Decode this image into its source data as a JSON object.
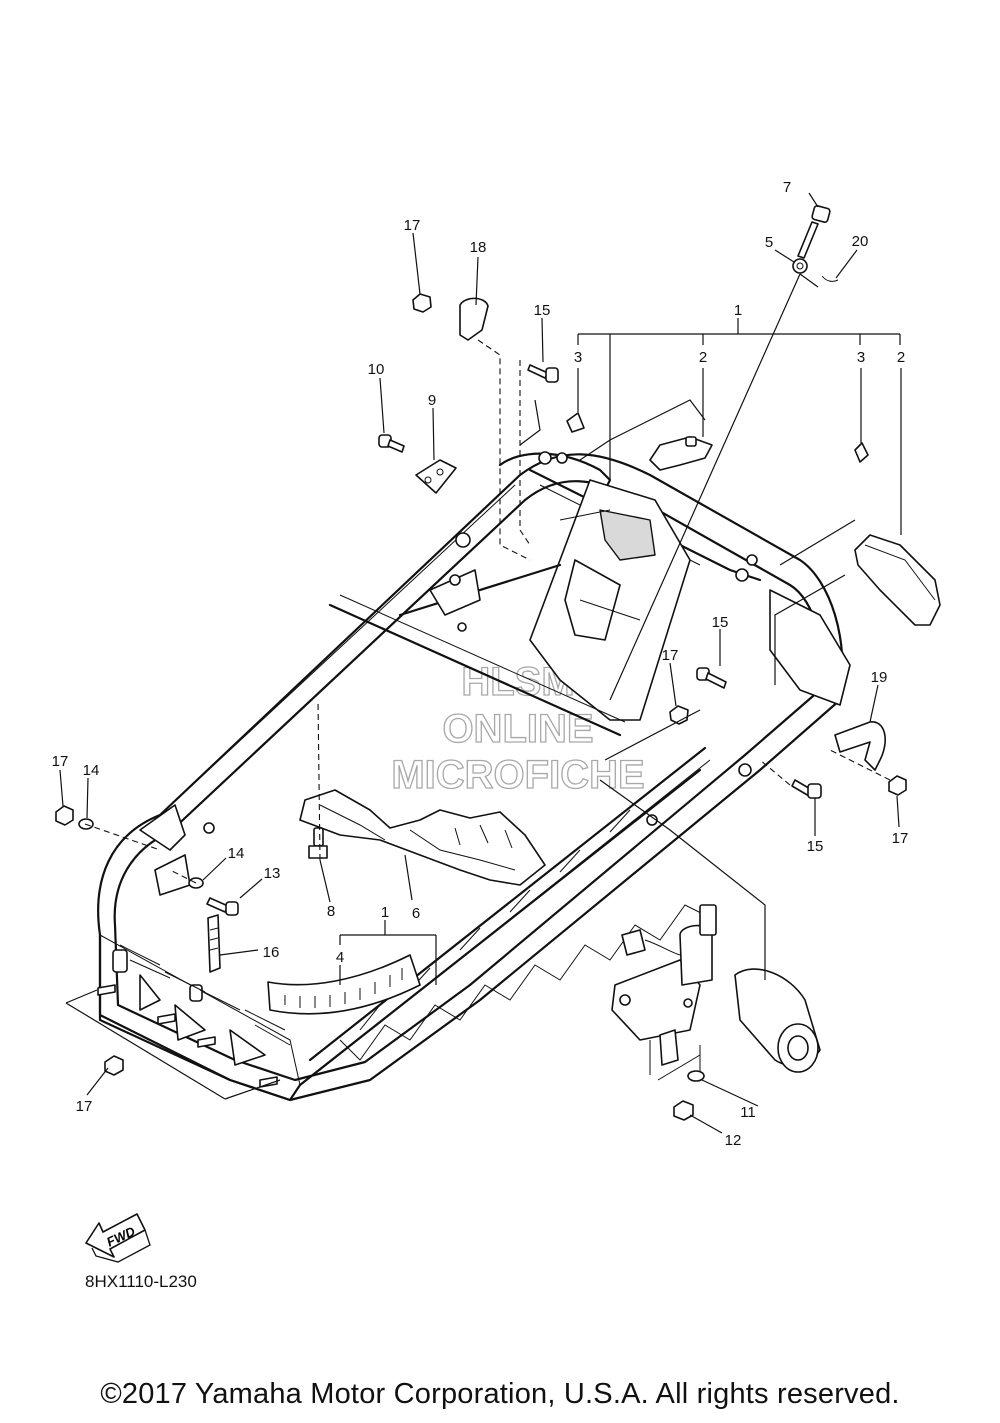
{
  "diagram": {
    "code": "8HX1110-L230",
    "copyright": "©2017 Yamaha Motor Corporation, U.S.A. All rights reserved.",
    "direction_badge": "FWD",
    "watermark": [
      "HLSM",
      "ONLINE",
      "MICROFICHE"
    ],
    "callouts": [
      "7",
      "5",
      "20",
      "17",
      "18",
      "15",
      "1",
      "3",
      "2",
      "3",
      "2",
      "10",
      "9",
      "15",
      "17",
      "19",
      "17",
      "14",
      "14",
      "13",
      "8",
      "6",
      "15",
      "17",
      "16",
      "1",
      "4",
      "17",
      "11",
      "12"
    ]
  }
}
